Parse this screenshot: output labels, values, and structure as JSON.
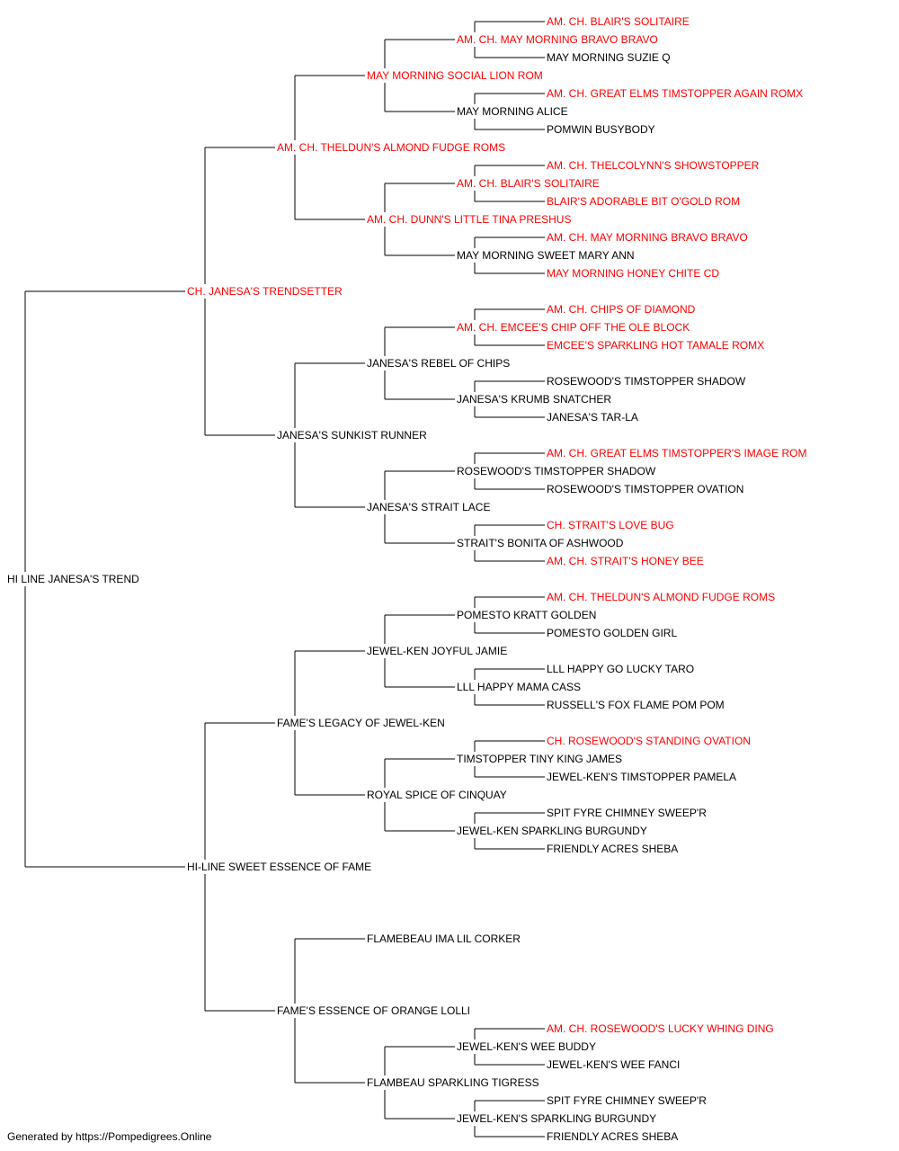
{
  "colors": {
    "champion": "#ff0000",
    "normal": "#000000",
    "lines": "#000000"
  },
  "pedigree": {
    "name": "HI LINE JANESA'S TREND",
    "champion": false,
    "sire": {
      "name": "CH. JANESA'S TRENDSETTER",
      "champion": true,
      "sire": {
        "name": "AM. CH. THELDUN'S ALMOND FUDGE ROMS",
        "champion": true,
        "sire": {
          "name": "MAY MORNING SOCIAL LION ROM",
          "champion": true,
          "sire": {
            "name": "AM. CH. MAY MORNING BRAVO BRAVO",
            "champion": true,
            "sire": {
              "name": "AM. CH. BLAIR'S SOLITAIRE",
              "champion": true
            },
            "dam": {
              "name": "MAY MORNING SUZIE Q",
              "champion": false
            }
          },
          "dam": {
            "name": "MAY MORNING ALICE",
            "champion": false,
            "sire": {
              "name": "AM. CH. GREAT ELMS TIMSTOPPER AGAIN ROMX",
              "champion": true
            },
            "dam": {
              "name": "POMWIN BUSYBODY",
              "champion": false
            }
          }
        },
        "dam": {
          "name": "AM. CH. DUNN'S LITTLE TINA PRESHUS",
          "champion": true,
          "sire": {
            "name": "AM. CH. BLAIR'S SOLITAIRE",
            "champion": true,
            "sire": {
              "name": "AM. CH. THELCOLYNN'S SHOWSTOPPER",
              "champion": true
            },
            "dam": {
              "name": "BLAIR'S ADORABLE BIT O'GOLD ROM",
              "champion": true
            }
          },
          "dam": {
            "name": "MAY MORNING SWEET MARY ANN",
            "champion": false,
            "sire": {
              "name": "AM. CH. MAY MORNING BRAVO BRAVO",
              "champion": true
            },
            "dam": {
              "name": "MAY MORNING HONEY CHITE CD",
              "champion": true
            }
          }
        }
      },
      "dam": {
        "name": "JANESA'S SUNKIST RUNNER",
        "champion": false,
        "sire": {
          "name": "JANESA'S REBEL OF CHIPS",
          "champion": false,
          "sire": {
            "name": "AM. CH. EMCEE'S CHIP OFF THE OLE BLOCK",
            "champion": true,
            "sire": {
              "name": "AM. CH. CHIPS OF DIAMOND",
              "champion": true
            },
            "dam": {
              "name": "EMCEE'S SPARKLING HOT TAMALE ROMX",
              "champion": true
            }
          },
          "dam": {
            "name": "JANESA'S KRUMB SNATCHER",
            "champion": false,
            "sire": {
              "name": "ROSEWOOD'S TIMSTOPPER SHADOW",
              "champion": false
            },
            "dam": {
              "name": "JANESA'S TAR-LA",
              "champion": false
            }
          }
        },
        "dam": {
          "name": "JANESA'S STRAIT LACE",
          "champion": false,
          "sire": {
            "name": "ROSEWOOD'S TIMSTOPPER SHADOW",
            "champion": false,
            "sire": {
              "name": "AM. CH. GREAT ELMS TIMSTOPPER'S IMAGE ROM",
              "champion": true
            },
            "dam": {
              "name": "ROSEWOOD'S TIMSTOPPER OVATION",
              "champion": false
            }
          },
          "dam": {
            "name": "STRAIT'S BONITA OF ASHWOOD",
            "champion": false,
            "sire": {
              "name": "CH. STRAIT'S LOVE BUG",
              "champion": true
            },
            "dam": {
              "name": "AM. CH. STRAIT'S HONEY BEE",
              "champion": true
            }
          }
        }
      }
    },
    "dam": {
      "name": "HI-LINE SWEET ESSENCE OF FAME",
      "champion": false,
      "sire": {
        "name": "FAME'S LEGACY OF JEWEL-KEN",
        "champion": false,
        "sire": {
          "name": "JEWEL-KEN JOYFUL JAMIE",
          "champion": false,
          "sire": {
            "name": "POMESTO KRATT GOLDEN",
            "champion": false,
            "sire": {
              "name": "AM. CH. THELDUN'S ALMOND FUDGE ROMS",
              "champion": true
            },
            "dam": {
              "name": "POMESTO GOLDEN GIRL",
              "champion": false
            }
          },
          "dam": {
            "name": "LLL HAPPY MAMA CASS",
            "champion": false,
            "sire": {
              "name": "LLL HAPPY GO LUCKY TARO",
              "champion": false
            },
            "dam": {
              "name": "RUSSELL'S FOX FLAME POM POM",
              "champion": false
            }
          }
        },
        "dam": {
          "name": "ROYAL SPICE OF CINQUAY",
          "champion": false,
          "sire": {
            "name": "TIMSTOPPER TINY KING JAMES",
            "champion": false,
            "sire": {
              "name": "CH. ROSEWOOD'S STANDING OVATION",
              "champion": true
            },
            "dam": {
              "name": "JEWEL-KEN'S TIMSTOPPER PAMELA",
              "champion": false
            }
          },
          "dam": {
            "name": "JEWEL-KEN SPARKLING BURGUNDY",
            "champion": false,
            "sire": {
              "name": "SPIT FYRE CHIMNEY SWEEP'R",
              "champion": false
            },
            "dam": {
              "name": "FRIENDLY ACRES SHEBA",
              "champion": false
            }
          }
        }
      },
      "dam": {
        "name": "FAME'S ESSENCE OF ORANGE LOLLI",
        "champion": false,
        "sire": {
          "name": "FLAMEBEAU IMA LIL CORKER",
          "champion": false
        },
        "dam": {
          "name": "FLAMBEAU SPARKLING TIGRESS",
          "champion": false,
          "sire": {
            "name": "JEWEL-KEN'S WEE BUDDY",
            "champion": false,
            "sire": {
              "name": "AM. CH. ROSEWOOD'S LUCKY WHING DING",
              "champion": true
            },
            "dam": {
              "name": "JEWEL-KEN'S WEE FANCI",
              "champion": false
            }
          },
          "dam": {
            "name": "JEWEL-KEN'S SPARKLING BURGUNDY",
            "champion": false,
            "sire": {
              "name": "SPIT FYRE CHIMNEY SWEEP'R",
              "champion": false
            },
            "dam": {
              "name": "FRIENDLY ACRES SHEBA",
              "champion": false
            }
          }
        }
      }
    }
  },
  "footer": "Generated by https://Pompedigrees.Online"
}
